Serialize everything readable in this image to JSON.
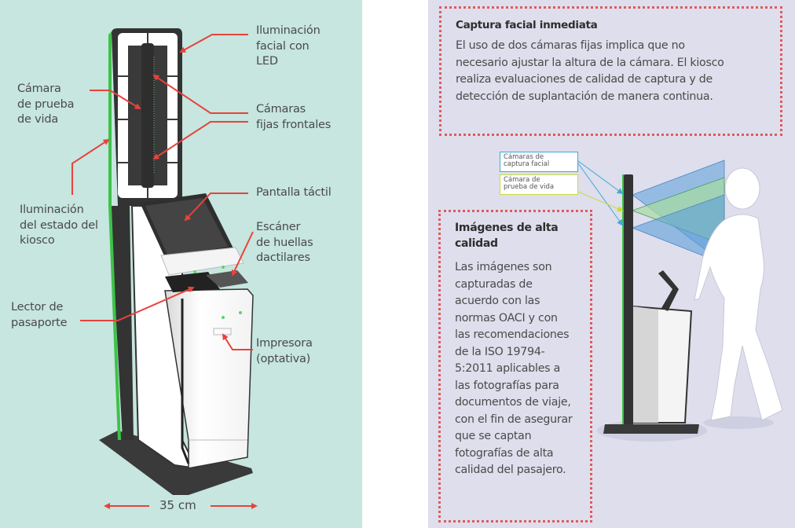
{
  "left_panel": {
    "labels": {
      "led_lighting": [
        "Iluminación",
        "facial con",
        "LED"
      ],
      "liveness_camera": [
        "Cámara",
        "de prueba",
        "de vida"
      ],
      "front_cameras": [
        "Cámaras",
        "fijas frontales"
      ],
      "status_lighting": [
        "Iluminación",
        "del estado del",
        "kiosco"
      ],
      "touchscreen": [
        "Pantalla táctil"
      ],
      "fingerprint_scanner": [
        "Escáner",
        "de huellas",
        "dactilares"
      ],
      "passport_reader": [
        "Lector de",
        "pasaporte"
      ],
      "printer": [
        "Impresora",
        "(optativa)"
      ]
    },
    "width_dimension": "35 cm"
  },
  "right_panel": {
    "immediate_capture": {
      "title": "Captura facial inmediata",
      "body": [
        "El uso de dos cámaras fijas implica que no",
        "necesario ajustar la altura de la cámara. El kiosco",
        "realiza evaluaciones de calidad de captura y de",
        "detección de suplantación de manera continua."
      ]
    },
    "high_quality": {
      "title": [
        "Imágenes de alta",
        "calidad"
      ],
      "body": [
        "Las imágenes son",
        "capturadas de",
        "acuerdo con las",
        "normas OACI y con",
        "las recomendaciones",
        "de la ISO 19794-",
        "5:2011 aplicables a",
        "las fotografías para",
        "documentos de viaje,",
        "con el fin de asegurar",
        "que se captan",
        "fotografías de alta",
        "calidad del pasajero."
      ]
    },
    "camera_tags": {
      "facial": [
        "Cámaras de",
        "captura facial"
      ],
      "liveness": [
        "Cámara de",
        "prueba de vida"
      ]
    }
  },
  "colors": {
    "left_bg": "#c6e6df",
    "right_bg": "#dedeed",
    "arrow_red": "#e8423c",
    "status_green": "#3fc24a",
    "kiosk_dark": "#3a3a3a",
    "facial_blue": "#3fa9d8",
    "liveness_yellow": "#c8dc3c"
  }
}
